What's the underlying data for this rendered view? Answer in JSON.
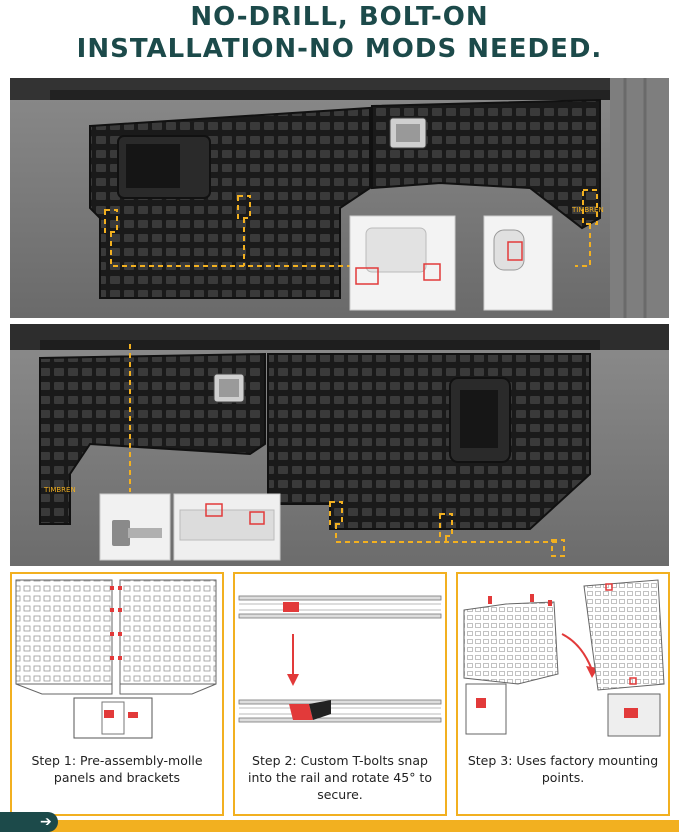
{
  "headline": {
    "line1": "NO-DRILL, BOLT-ON",
    "line2": "INSTALLATION-NO MODS NEEDED."
  },
  "photos": {
    "top": {
      "logo_text": "TIMBREN"
    },
    "bottom": {
      "logo_text": "TIMBREN"
    }
  },
  "steps": [
    {
      "caption": "Step 1: Pre-assembly-molle panels and brackets"
    },
    {
      "caption": "Step 2: Custom T-bolts snap into the rail and rotate 45° to secure."
    },
    {
      "caption": "Step 3: Uses factory mounting points."
    }
  ],
  "footer": {
    "arrow_icon": "arrow-right-icon",
    "arrow_glyph": "➔"
  },
  "colors": {
    "headline": "#1c4a4a",
    "accent_yellow": "#f2b020",
    "highlight_red": "#e23a3a",
    "panel_black": "#1d1d1d"
  }
}
